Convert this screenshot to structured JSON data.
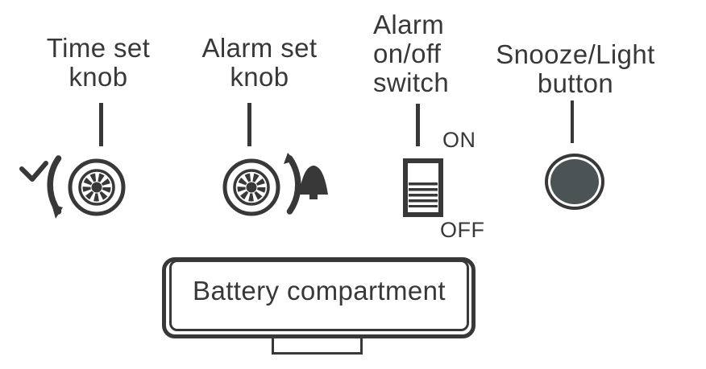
{
  "labels": {
    "time_set_knob": "Time set knob",
    "alarm_set_knob": "Alarm set knob",
    "alarm_on_off_switch": "Alarm on/off switch",
    "snooze_light_button": "Snooze/Light button",
    "on": "ON",
    "off": "OFF",
    "battery_compartment": "Battery compartment"
  },
  "icons": {
    "check": "check-icon",
    "rotate_ccw_arrow": "rotate-ccw-arc-icon",
    "time_knob": "knob-dial-icon",
    "alarm_knob": "knob-dial-icon",
    "rotate_cw_arrow": "rotate-cw-arc-icon",
    "bell": "bell-icon",
    "slide_switch": "slide-switch-icon",
    "snooze_button": "round-button-icon",
    "battery_door_tab": "battery-door-tab"
  },
  "colors": {
    "ink": "#383838",
    "button_fill": "#4b5355",
    "background": "#ffffff"
  }
}
